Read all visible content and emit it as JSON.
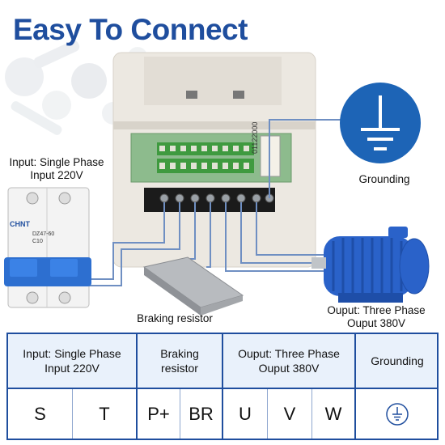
{
  "title": "Easy To Connect",
  "labels": {
    "input": "Input: Single Phase\nInput 220V",
    "grounding": "Grounding",
    "braking": "Braking resistor",
    "output": "Ouput: Three Phase\nOuput 380V",
    "breaker_brand": "CHNT",
    "breaker_model": "DZ47-60",
    "breaker_rating": "C10",
    "board_code": "01122000"
  },
  "table": {
    "headers": [
      "Input: Single Phase\nInput 220V",
      "Braking\nresistor",
      "Ouput: Three Phase\nOuput 380V",
      "Grounding"
    ],
    "terminals": [
      "S",
      "T",
      "P+",
      "BR",
      "U",
      "V",
      "W"
    ]
  },
  "colors": {
    "title": "#1f4e9e",
    "table_border": "#1f4e9e",
    "header_bg": "#e9f1fb",
    "ground_circle": "#1d64b6",
    "motor_blue": "#2a62c9",
    "breaker_blue": "#2d6fd0",
    "wire": "#6f8fc2"
  },
  "icons": [
    "ground-icon",
    "motor-icon",
    "breaker-icon",
    "resistor-icon",
    "inverter-icon"
  ]
}
